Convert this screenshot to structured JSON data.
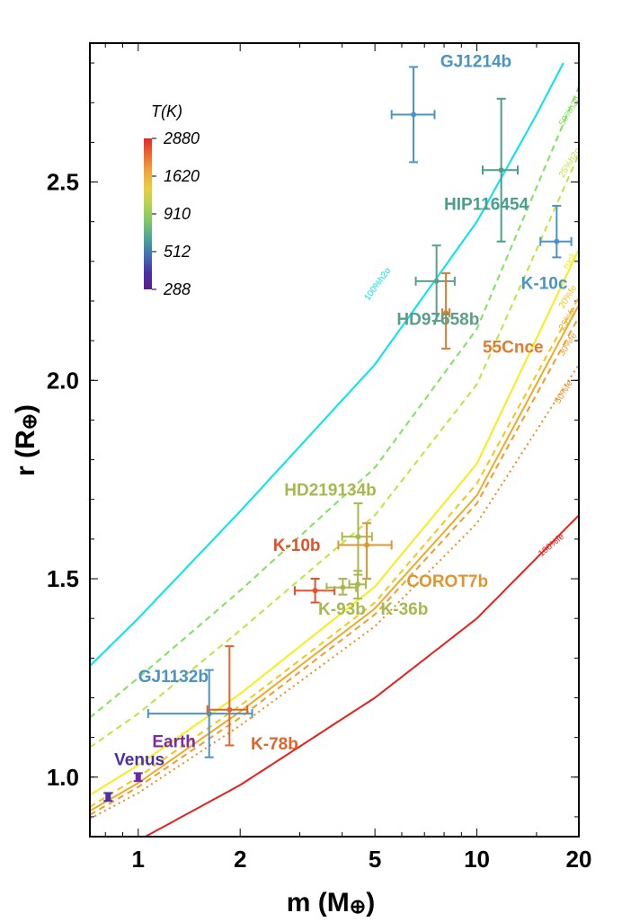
{
  "chart_data": {
    "type": "scatter",
    "title": "",
    "xlabel": "m (M⊕)",
    "ylabel": "r (R⊕)",
    "xscale": "log",
    "xlim": [
      0.72,
      20
    ],
    "ylim": [
      0.85,
      2.85
    ],
    "xticks": [
      {
        "value": 1,
        "label": "1"
      },
      {
        "value": 2,
        "label": "2"
      },
      {
        "value": 5,
        "label": "5"
      },
      {
        "value": 10,
        "label": "10"
      },
      {
        "value": 20,
        "label": "20"
      }
    ],
    "yticks": [
      {
        "value": 1.0,
        "label": "1.0"
      },
      {
        "value": 1.5,
        "label": "1.5"
      },
      {
        "value": 2.0,
        "label": "2.0"
      },
      {
        "value": 2.5,
        "label": "2.5"
      }
    ],
    "colorbar": {
      "title": "T(K)",
      "ticks": [
        "2880",
        "1620",
        "910",
        "512",
        "288"
      ],
      "colors": [
        "#e8262a",
        "#ee6b2e",
        "#f2a63a",
        "#e8cf3f",
        "#b3d24e",
        "#78c76a",
        "#4aa39a",
        "#3f6fb8",
        "#4b2fa8",
        "#5b1f8c"
      ]
    },
    "curves": [
      {
        "name": "100%h2o",
        "color": "#00e5ee",
        "dash": "solid",
        "points": [
          [
            0.72,
            1.28
          ],
          [
            1,
            1.4
          ],
          [
            2,
            1.67
          ],
          [
            5,
            2.04
          ],
          [
            10,
            2.4
          ],
          [
            15,
            2.67
          ],
          [
            18,
            2.8
          ]
        ],
        "label_at": [
          1.6,
          0.45
        ]
      },
      {
        "name": "50%h2o",
        "color": "#7ee35a",
        "dash": "dash",
        "points": [
          [
            0.72,
            1.15
          ],
          [
            1,
            1.25
          ],
          [
            2,
            1.47
          ],
          [
            5,
            1.78
          ],
          [
            10,
            2.13
          ],
          [
            20,
            2.74
          ]
        ],
        "label_at": [
          18,
          2.64
        ]
      },
      {
        "name": "25%h2o",
        "color": "#bde43f",
        "dash": "dash",
        "points": [
          [
            0.72,
            1.075
          ],
          [
            1,
            1.16
          ],
          [
            2,
            1.37
          ],
          [
            5,
            1.66
          ],
          [
            10,
            1.99
          ],
          [
            20,
            2.57
          ]
        ],
        "label_at": [
          18,
          2.51
        ]
      },
      {
        "name": "rock",
        "color": "#f5ee19",
        "dash": "solid",
        "points": [
          [
            0.72,
            0.955
          ],
          [
            1,
            1.03
          ],
          [
            2,
            1.21
          ],
          [
            5,
            1.48
          ],
          [
            10,
            1.79
          ],
          [
            20,
            2.33
          ]
        ],
        "label_at": [
          18.5,
          2.28
        ]
      },
      {
        "name": "20%fe",
        "color": "#f5c518",
        "dash": "dash",
        "points": [
          [
            0.72,
            0.925
          ],
          [
            1,
            1.0
          ],
          [
            2,
            1.18
          ],
          [
            5,
            1.44
          ],
          [
            10,
            1.74
          ],
          [
            20,
            2.21
          ]
        ],
        "label_at": [
          18,
          2.18
        ]
      },
      {
        "name": "25%fe",
        "color": "#eeaa2a",
        "dash": "solid",
        "points": [
          [
            0.72,
            0.915
          ],
          [
            1,
            0.985
          ],
          [
            2,
            1.165
          ],
          [
            5,
            1.425
          ],
          [
            10,
            1.71
          ],
          [
            20,
            2.19
          ]
        ],
        "label_at": [
          18,
          2.125
        ]
      },
      {
        "name": "30%fe",
        "color": "#ef9d30",
        "dash": "dash",
        "points": [
          [
            0.72,
            0.905
          ],
          [
            1,
            0.975
          ],
          [
            2,
            1.15
          ],
          [
            5,
            1.41
          ],
          [
            10,
            1.69
          ],
          [
            20,
            2.16
          ]
        ],
        "label_at": [
          18,
          2.06
        ]
      },
      {
        "name": "50%fe",
        "color": "#f28a1f",
        "dash": "dot",
        "points": [
          [
            0.72,
            0.895
          ],
          [
            1,
            0.96
          ],
          [
            2,
            1.13
          ],
          [
            5,
            1.38
          ],
          [
            10,
            1.64
          ],
          [
            20,
            2.04
          ]
        ],
        "label_at": [
          17.5,
          1.94
        ]
      },
      {
        "name": "100%fe",
        "color": "#e8201c",
        "dash": "solid",
        "points": [
          [
            1.05,
            0.85
          ],
          [
            2,
            0.98
          ],
          [
            5,
            1.2
          ],
          [
            10,
            1.4
          ],
          [
            20,
            1.66
          ]
        ],
        "label_at": [
          15.5,
          1.555
        ]
      }
    ],
    "planets": [
      {
        "name": "GJ1214b",
        "m": 6.5,
        "m_lo": 5.6,
        "m_hi": 7.5,
        "r": 2.67,
        "r_lo": 2.55,
        "r_hi": 2.79,
        "color": "#4a94c4",
        "label_color": "#4a94c4",
        "label_at": [
          7.8,
          2.79
        ]
      },
      {
        "name": "HIP116454",
        "m": 11.8,
        "m_lo": 10.4,
        "m_hi": 13.2,
        "r": 2.53,
        "r_lo": 2.35,
        "r_hi": 2.71,
        "color": "#4a9e8a",
        "label_color": "#4a9e8a",
        "label_at": [
          8.0,
          2.43
        ]
      },
      {
        "name": "K-10c",
        "m": 17.2,
        "m_lo": 15.4,
        "m_hi": 19.0,
        "r": 2.35,
        "r_lo": 2.31,
        "r_hi": 2.44,
        "color": "#4a94c4",
        "label_color": "#4a94c4",
        "label_at": [
          13.5,
          2.23
        ]
      },
      {
        "name": "HD97658b",
        "m": 7.6,
        "m_lo": 6.6,
        "m_hi": 8.6,
        "r": 2.25,
        "r_lo": 2.15,
        "r_hi": 2.34,
        "color": "#5a9f88",
        "label_color": "#5a9f88",
        "label_at": [
          5.8,
          2.14
        ]
      },
      {
        "name": "55Cnce",
        "m": 8.1,
        "m_lo": 7.9,
        "m_hi": 8.3,
        "r": 2.17,
        "r_lo": 2.08,
        "r_hi": 2.27,
        "color": "#e07c2e",
        "label_color": "#e07c2e",
        "label_at": [
          10.4,
          2.07
        ]
      },
      {
        "name": "HD219134b",
        "m": 4.46,
        "m_lo": 4.0,
        "m_hi": 4.9,
        "r": 1.606,
        "r_lo": 1.51,
        "r_hi": 1.69,
        "color": "#a7b94e",
        "label_color": "#a7b94e",
        "label_at": [
          2.7,
          1.71
        ]
      },
      {
        "name": "K-10b",
        "m": 3.33,
        "m_lo": 2.9,
        "m_hi": 3.8,
        "r": 1.47,
        "r_lo": 1.44,
        "r_hi": 1.5,
        "color": "#e2522b",
        "label_color": "#e2522b",
        "label_at": [
          2.5,
          1.57
        ]
      },
      {
        "name": "COROT7b",
        "m": 4.73,
        "m_lo": 3.9,
        "m_hi": 5.6,
        "r": 1.585,
        "r_lo": 1.5,
        "r_hi": 1.64,
        "color": "#e0952f",
        "label_color": "#e0952f",
        "label_at": [
          6.2,
          1.48
        ]
      },
      {
        "name": "K-93b",
        "m": 4.02,
        "m_lo": 3.6,
        "m_hi": 4.4,
        "r": 1.478,
        "r_lo": 1.46,
        "r_hi": 1.5,
        "color": "#a7b94e",
        "label_color": "#a7b94e",
        "label_at": [
          3.4,
          1.41
        ]
      },
      {
        "name": "K-36b",
        "m": 4.45,
        "m_lo": 4.2,
        "m_hi": 4.7,
        "r": 1.486,
        "r_lo": 1.45,
        "r_hi": 1.52,
        "color": "#a7b94e",
        "label_color": "#a7b94e",
        "label_at": [
          5.2,
          1.41
        ]
      },
      {
        "name": "GJ1132b",
        "m": 1.62,
        "m_lo": 1.07,
        "m_hi": 2.17,
        "r": 1.16,
        "r_lo": 1.05,
        "r_hi": 1.27,
        "color": "#4a94c4",
        "label_color": "#4a94c4",
        "label_at": [
          1.0,
          1.24
        ]
      },
      {
        "name": "K-78b",
        "m": 1.86,
        "m_lo": 1.6,
        "m_hi": 2.1,
        "r": 1.17,
        "r_lo": 1.08,
        "r_hi": 1.33,
        "color": "#e0652d",
        "label_color": "#e0652d",
        "label_at": [
          2.15,
          1.07
        ]
      },
      {
        "name": "Earth",
        "m": 1.0,
        "m_lo": 1.0,
        "m_hi": 1.0,
        "r": 1.0,
        "r_lo": 0.99,
        "r_hi": 1.01,
        "color": "#6a2aa8",
        "label_color": "#7a2aa5",
        "label_at": [
          1.1,
          1.075
        ]
      },
      {
        "name": "Venus",
        "m": 0.815,
        "m_lo": 0.815,
        "m_hi": 0.815,
        "r": 0.95,
        "r_lo": 0.94,
        "r_hi": 0.96,
        "color": "#4b2fa8",
        "label_color": "#4b2fa8",
        "label_at": [
          0.85,
          1.03
        ]
      }
    ]
  }
}
